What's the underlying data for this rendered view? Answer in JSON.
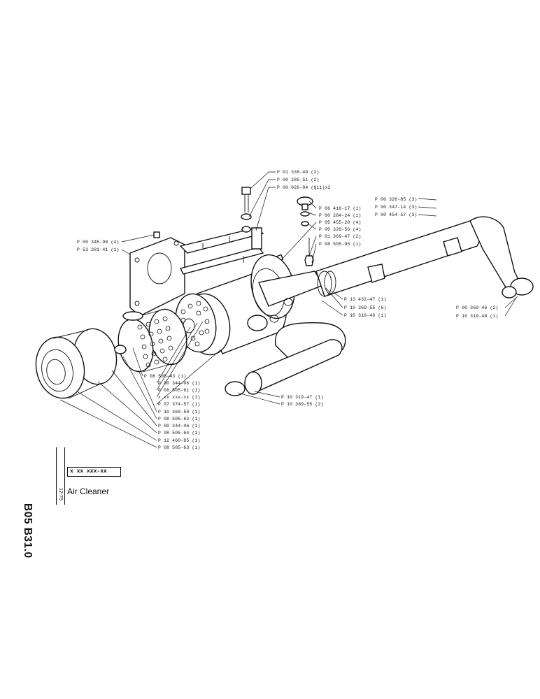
{
  "title_block": {
    "code": "B05 B31.0",
    "date": "12-76",
    "number": "x xx xxx-xx",
    "title": "Air Cleaner"
  },
  "callouts": [
    {
      "id": "c1",
      "label": "P 01 338-40 (2)"
    },
    {
      "id": "c2",
      "label": "P 00 285-51 (2)"
    },
    {
      "id": "c3",
      "label": "P 00 026-04 (Q11)x2"
    },
    {
      "id": "c4",
      "label": "P 00 345-98 (4)"
    },
    {
      "id": "c5",
      "label": "P 53 281-41 (1)"
    },
    {
      "id": "c6",
      "label": "P 06 416-17 (1)"
    },
    {
      "id": "c7",
      "label": "P 00 284-24 (1)"
    },
    {
      "id": "c8",
      "label": "P 05 455-20 (4)"
    },
    {
      "id": "c9",
      "label": "P 00 326-56 (4)"
    },
    {
      "id": "c10",
      "label": "P 01 369-47 (2)"
    },
    {
      "id": "c11",
      "label": "P 08 505-95 (1)"
    },
    {
      "id": "c12",
      "label": "P 00 326-85 (3)"
    },
    {
      "id": "c13",
      "label": "P 00 347-14 (3)"
    },
    {
      "id": "c14",
      "label": "P 00 454-57 (3)"
    },
    {
      "id": "c15",
      "label": "P 13 432-47 (1)"
    },
    {
      "id": "c16",
      "label": "P 10 369-55 (6)"
    },
    {
      "id": "c17",
      "label": "P 10 319-46 (1)"
    },
    {
      "id": "c18",
      "label": "P 00 369-46 (2)"
    },
    {
      "id": "c19",
      "label": "P 10 319-48 (1)"
    },
    {
      "id": "c20",
      "label": "P 08 505-43 (1)"
    },
    {
      "id": "c21",
      "label": "P 00 344-06 (1)"
    },
    {
      "id": "c22",
      "label": "P 08 505-61 (1)"
    },
    {
      "id": "c23",
      "label": "x xx xxx-xx (1)"
    },
    {
      "id": "c24",
      "label": "P 07 374-57 (1)"
    },
    {
      "id": "c25",
      "label": "P 10 369-59 (1)"
    },
    {
      "id": "c26",
      "label": "P 08 505-62 (1)"
    },
    {
      "id": "c27",
      "label": "P 00 344-06 (1)"
    },
    {
      "id": "c28",
      "label": "P 08 505-64 (1)"
    },
    {
      "id": "c29",
      "label": "P 12 460-85 (1)"
    },
    {
      "id": "c30",
      "label": "P 08 505-63 (1)"
    },
    {
      "id": "c31",
      "label": "P 10 319-47 (1)"
    },
    {
      "id": "c32",
      "label": "P 10 369-55 (2)"
    }
  ]
}
